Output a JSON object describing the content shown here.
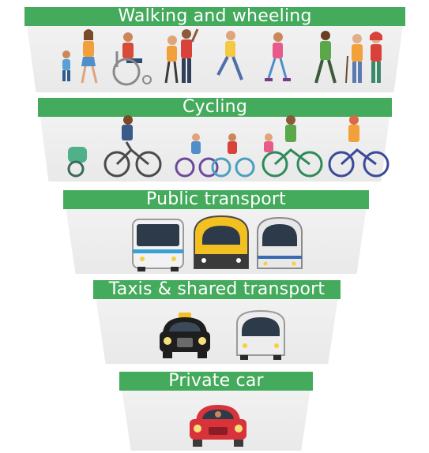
{
  "tiers": [
    {
      "title": "Walking and wheeling"
    },
    {
      "title": "Cycling"
    },
    {
      "title": "Public transport"
    },
    {
      "title": "Taxis & shared transport"
    },
    {
      "title": "Private car"
    }
  ],
  "colors": {
    "band": "#44aa5c",
    "band_text": "#ffffff",
    "tier_background": "#ececec"
  }
}
